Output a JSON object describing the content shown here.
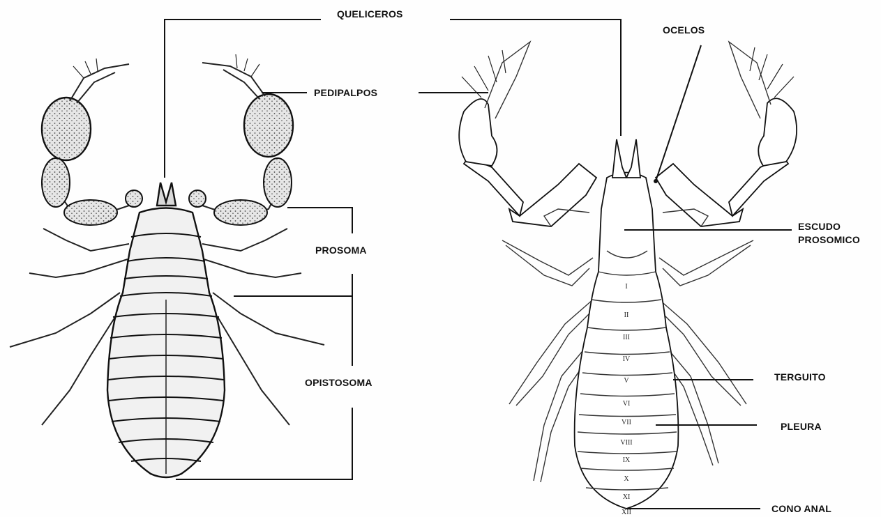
{
  "labels": {
    "queliceros": "QUELICEROS",
    "pedipalpos": "PEDIPALPOS",
    "ocelos": "OCELOS",
    "prosoma": "PROSOMA",
    "opistosoma": "OPISTOSOMA",
    "escudo_line1": "ESCUDO",
    "escudo_line2": "PROSOMICO",
    "terguito": "TERGUITO",
    "pleura": "PLEURA",
    "cono_anal": "CONO ANAL"
  },
  "segments": [
    "I",
    "II",
    "III",
    "IV",
    "V",
    "VI",
    "VII",
    "VIII",
    "IX",
    "X",
    "XI",
    "XII"
  ],
  "colors": {
    "ink": "#111111",
    "paper": "#fefefe"
  }
}
